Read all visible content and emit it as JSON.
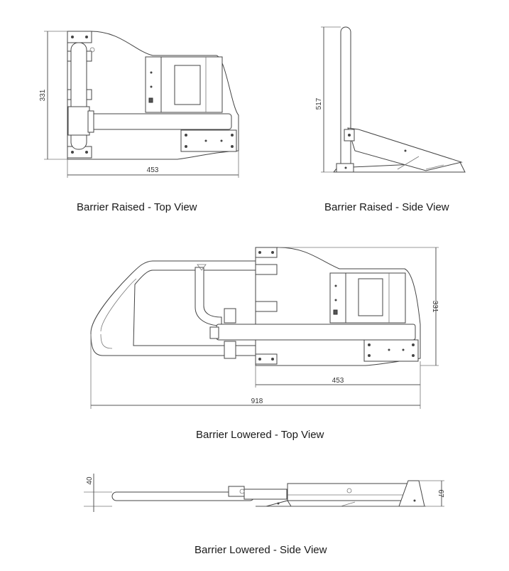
{
  "views": {
    "raised_top": {
      "caption": "Barrier Raised - Top View",
      "dims": {
        "height": "331",
        "length": "453"
      }
    },
    "raised_side": {
      "caption": "Barrier Raised - Side View",
      "dims": {
        "height": "517"
      }
    },
    "lowered_top": {
      "caption": "Barrier Lowered - Top View",
      "dims": {
        "height": "331",
        "base_length": "453",
        "total_length": "918"
      }
    },
    "lowered_side": {
      "caption": "Barrier Lowered - Side View",
      "dims": {
        "arm_height": "40",
        "base_height": "67"
      }
    }
  }
}
